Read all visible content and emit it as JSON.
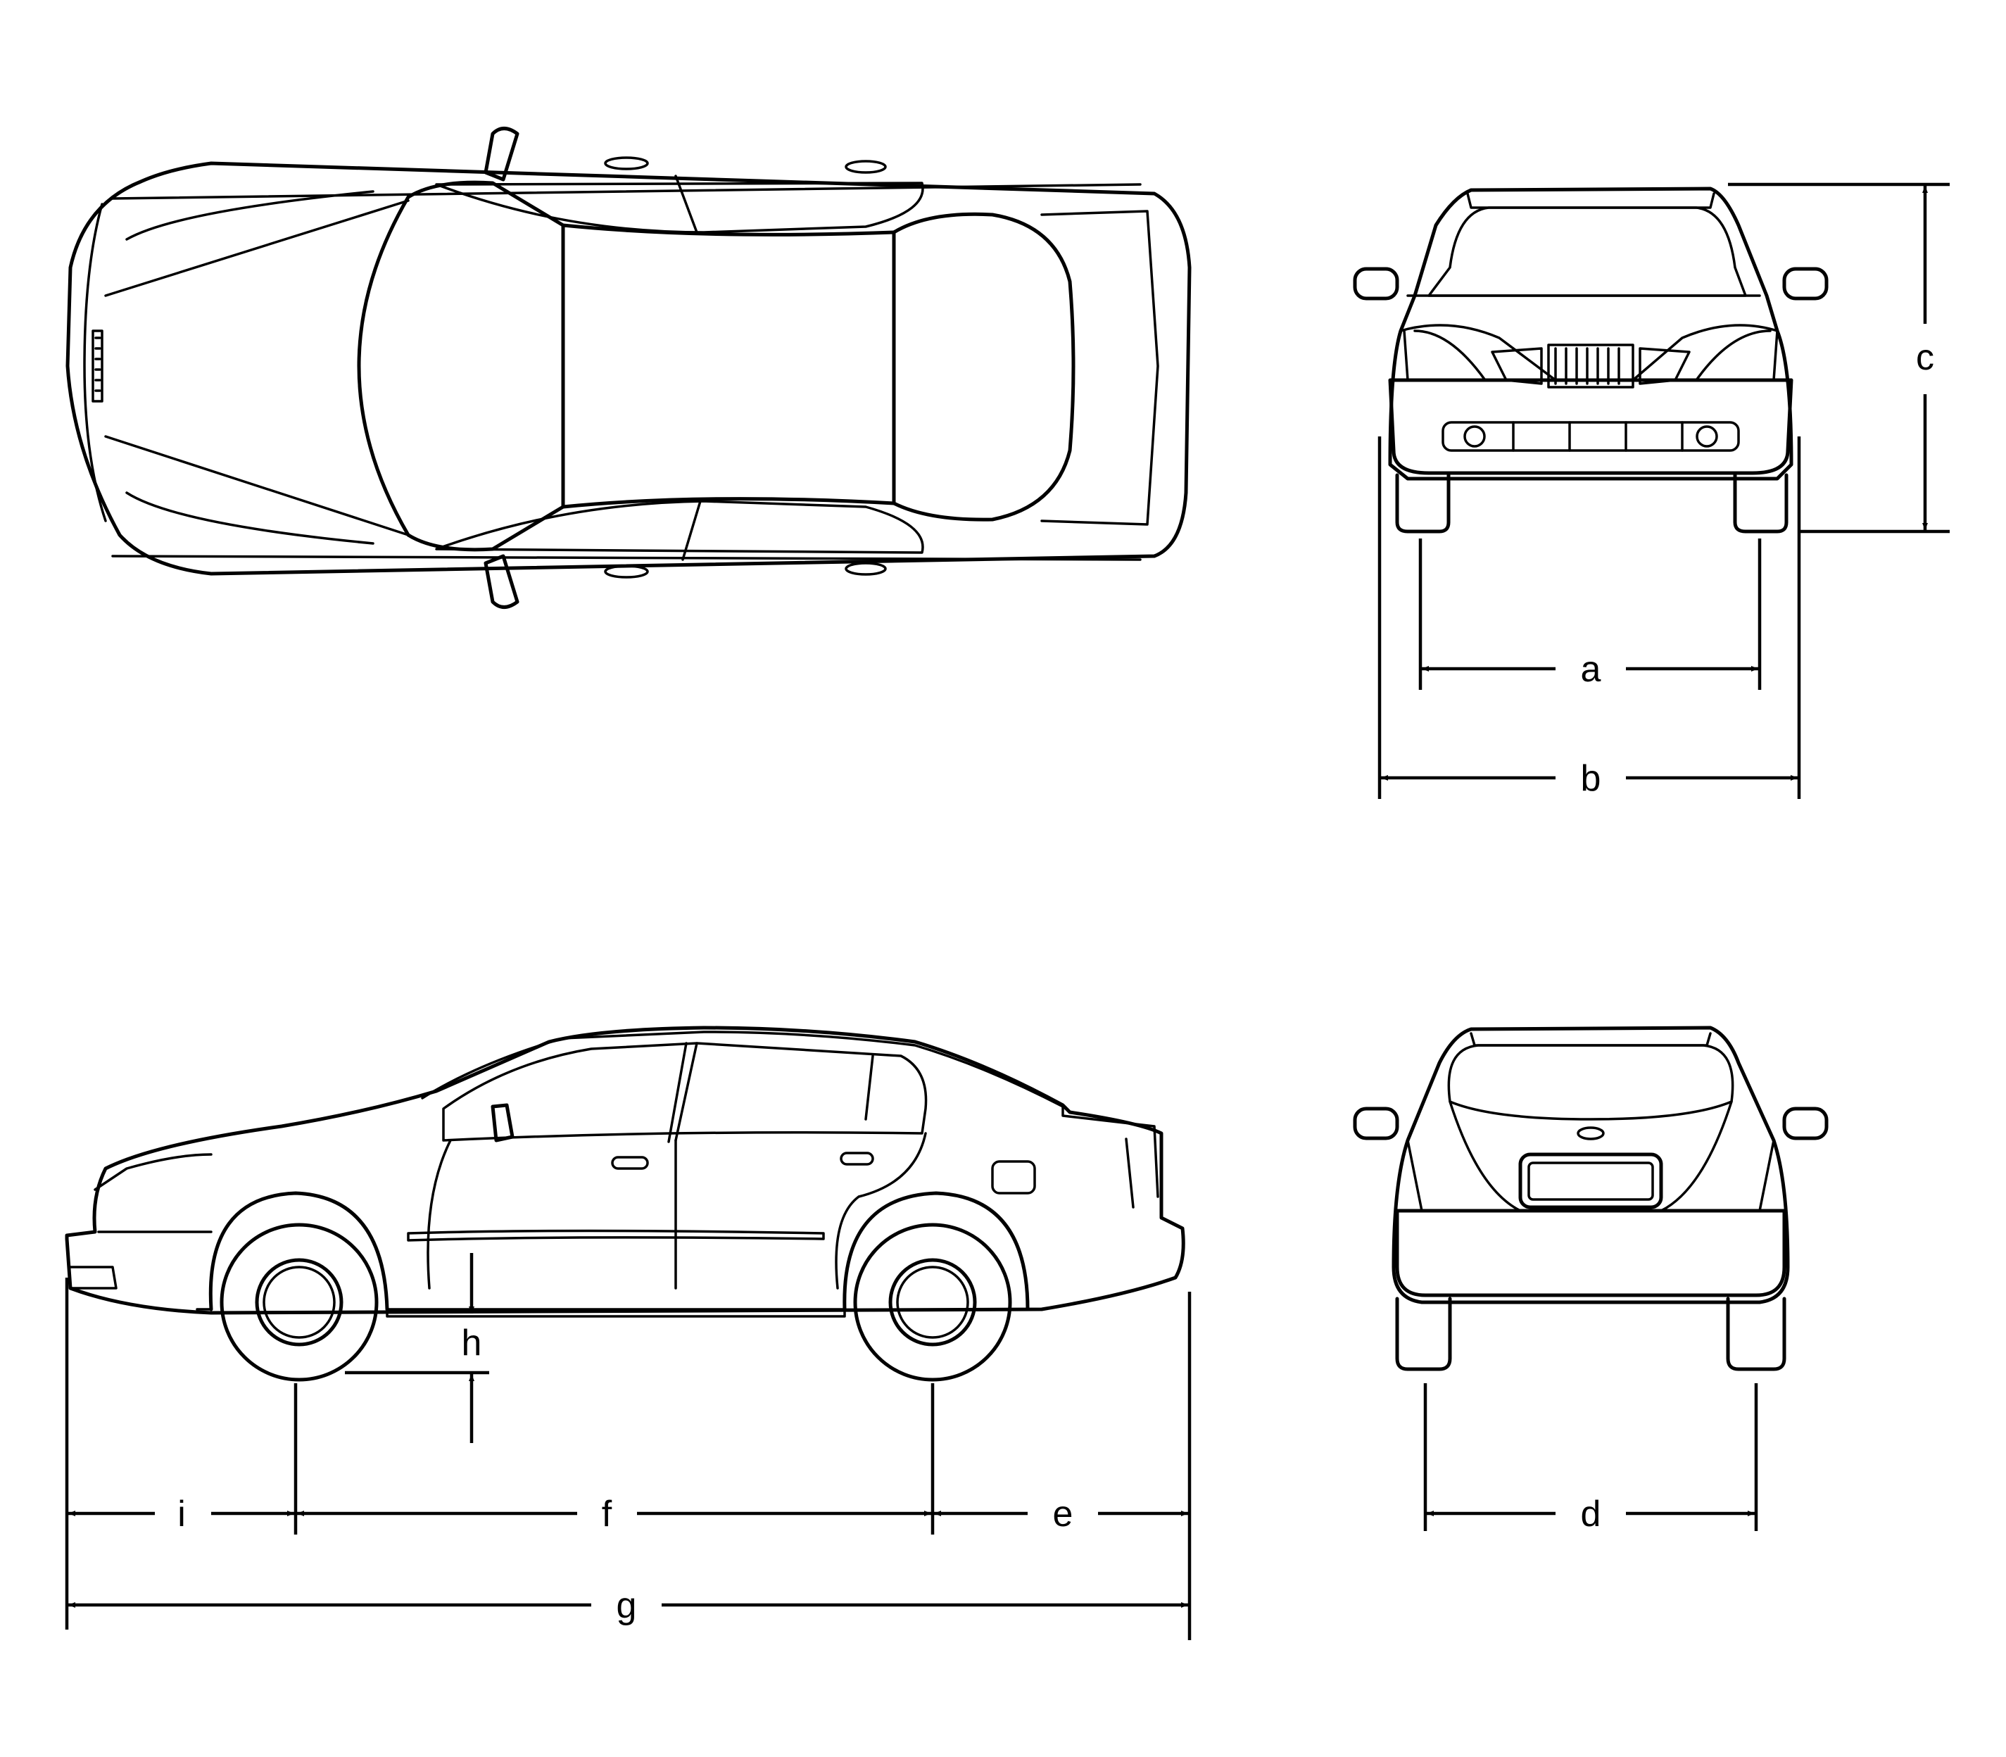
{
  "dimension_labels": {
    "a": "a",
    "b": "b",
    "c": "c",
    "d": "d",
    "e": "e",
    "f": "f",
    "g": "g",
    "h": "h",
    "i": "i"
  },
  "colors": {
    "line": "#000000",
    "background": "#ffffff"
  }
}
